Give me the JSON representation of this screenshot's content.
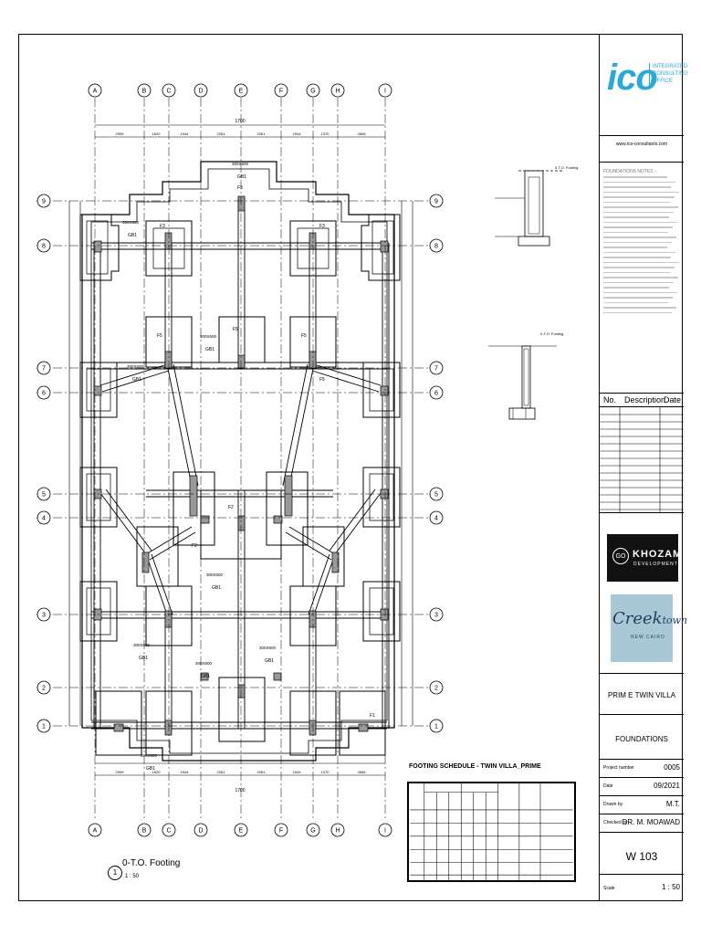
{
  "drawing": {
    "grid_columns": [
      "A",
      "B",
      "C",
      "D",
      "E",
      "F",
      "G",
      "H",
      "I"
    ],
    "grid_rows": [
      "9",
      "8",
      "7",
      "6",
      "5",
      "4",
      "3",
      "2",
      "1"
    ],
    "overall_dimension": "1700",
    "segment_dimensions": [
      "2905",
      "1620",
      "1944",
      "2261",
      "2261",
      "1944",
      "1370",
      "2806"
    ],
    "footing_labels": [
      "F3",
      "F3",
      "F3",
      "F5",
      "F5",
      "F5",
      "F5",
      "F2",
      "F2",
      "F1"
    ],
    "beam_labels": [
      "GB1",
      "GB1",
      "GB1",
      "GB1",
      "GB1",
      "GB1",
      "GB1",
      "GB1",
      "GB1"
    ],
    "beam_size": "300X600"
  },
  "sections": {
    "section1_label": "0-T.O. Footing",
    "section2_label": "0-T.O. Footing"
  },
  "schedule": {
    "title": "FOOTING SCHEDULE - TWIN VILLA_PRIME"
  },
  "view": {
    "number": "1",
    "title": "0-T.O. Footing",
    "scale": "1 : 50"
  },
  "titleblock": {
    "ico_letters": "ico",
    "ico_sub": [
      "INTEGRATED",
      "CONSULTING",
      "OFFICE"
    ],
    "ico_url": "www.ico-consultants.com",
    "notes_title": "FOUNDATIONS NOTES :-",
    "rev_no": "No.",
    "rev_desc": "Description",
    "rev_date": "Date",
    "khozam_mark": "GO",
    "khozam_name": "KHOZAM",
    "khozam_sub": "DEVELOPMENTS",
    "creek_name": "Creek",
    "creek_suffix": "town",
    "creek_sub": "NEW CAIRO",
    "project_name": "PRIM E TWIN VILLA",
    "sheet_name": "FOUNDATIONS",
    "project_number_label": "Project number",
    "project_number": "0005",
    "date_label": "Date",
    "date": "09/2021",
    "drawn_by_label": "Drawn by",
    "drawn_by": "M.T.",
    "checked_by_label": "Checked by",
    "checked_by": "DR. M. MOAWAD",
    "sheet_number": "W 103",
    "scale_label": "Scale",
    "scale": "1 : 50"
  },
  "colors": {
    "ico_blue": "#2aa8d8",
    "creek_bg": "#a9c8d6"
  }
}
